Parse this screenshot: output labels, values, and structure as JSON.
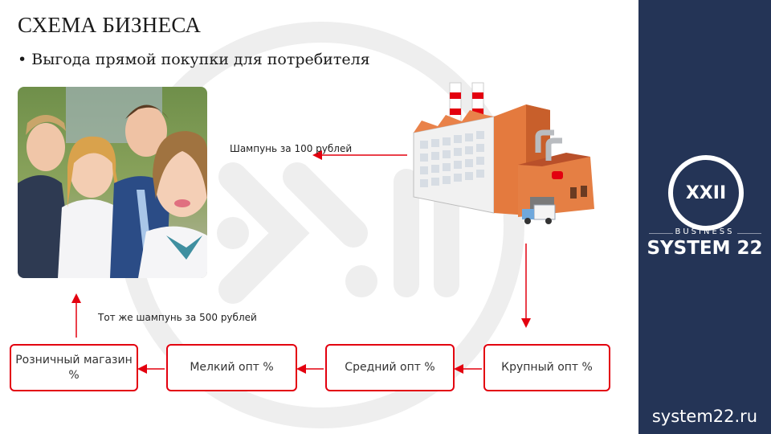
{
  "slide": {
    "title": "СХЕМА БИЗНЕСА",
    "bullet": "• Выгода прямой покупки для потребителя"
  },
  "labels": {
    "factory_price": "Шампунь за 100 рублей",
    "retail_price": "Тот же шампунь за 500 рублей"
  },
  "chain": [
    {
      "label": "Розничный магазин %"
    },
    {
      "label": "Мелкий опт %"
    },
    {
      "label": "Средний опт %"
    },
    {
      "label": "Крупный опт %"
    }
  ],
  "brand": {
    "mark": "XXII",
    "business": "BUSINESS",
    "name": "SYSTEM 22",
    "site": "system22.ru"
  },
  "colors": {
    "accent": "#e3000f",
    "sidebar": "#243456",
    "watermark": "#eeeeee"
  }
}
